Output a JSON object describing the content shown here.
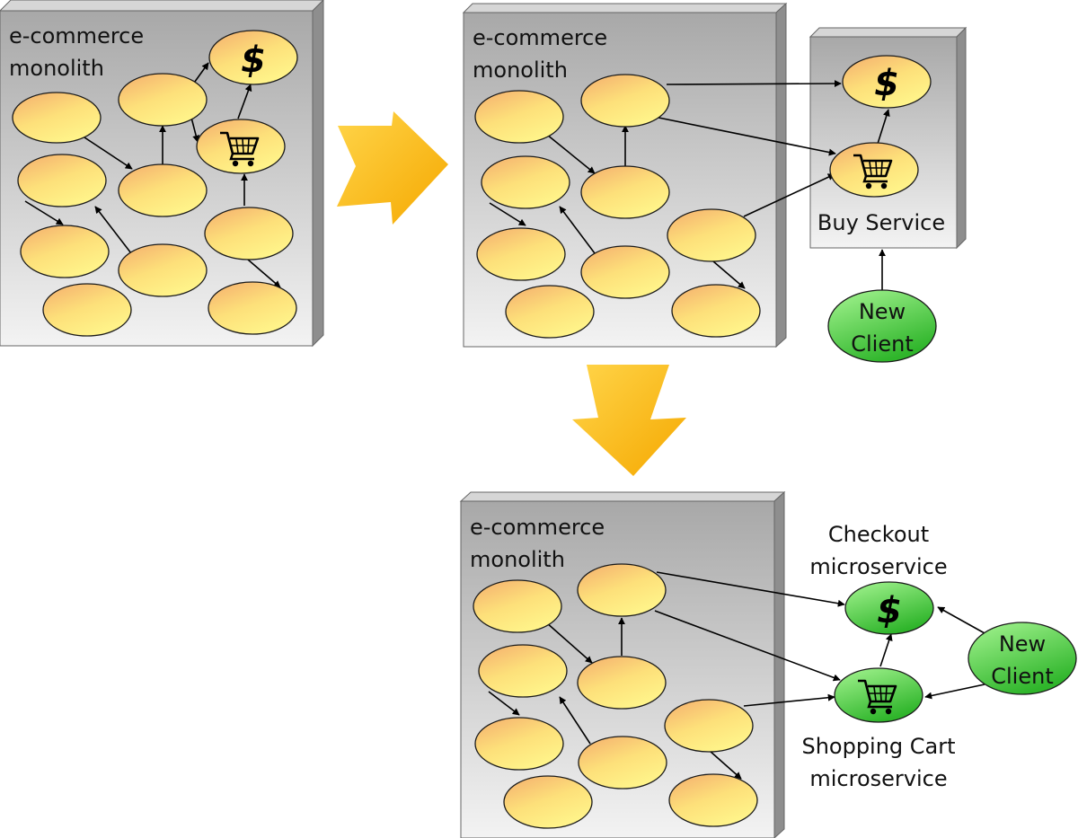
{
  "monolith_label": "e-commerce\nmonolith",
  "buy_service_label": "Buy Service",
  "new_client_label": "New\nClient",
  "checkout_label": "Checkout\nmicroservice",
  "cart_label": "Shopping Cart\nmicroservice",
  "dollar_symbol": "$",
  "icons": [
    "dollar-icon",
    "shopping-cart-icon",
    "transition-arrow-right",
    "transition-arrow-down"
  ],
  "colors": {
    "node_yellow_light": "#ffef7a",
    "node_yellow_dark": "#f4b06c",
    "node_green_light": "#8ef07c",
    "node_green_dark": "#2fb82c",
    "arrow_orange": "#ffc000",
    "box_gray_top": "#a9a9a9",
    "box_gray_bottom": "#f2f2f2"
  }
}
